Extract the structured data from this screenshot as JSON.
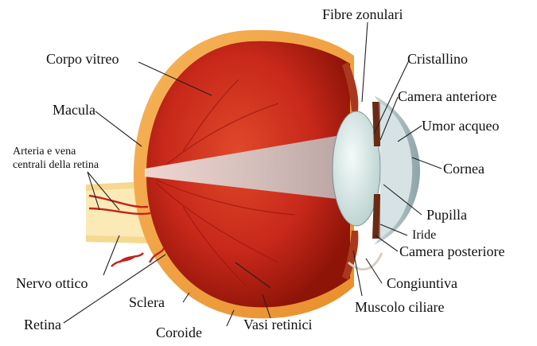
{
  "diagram": {
    "labels": {
      "fibre_zonulari": "Fibre zonulari",
      "corpo_vitreo": "Corpo vitreo",
      "cristallino": "Cristallino",
      "camera_anteriore": "Camera anteriore",
      "macula": "Macula",
      "umor_acqueo": "Umor acqueo",
      "arteria_line1": "Arteria e vena",
      "arteria_line2": "centrali della retina",
      "cornea": "Cornea",
      "pupilla": "Pupilla",
      "iride": "Iride",
      "camera_posteriore": "Camera posteriore",
      "nervo_ottico": "Nervo ottico",
      "congiuntiva": "Congiuntiva",
      "sclera": "Sclera",
      "muscolo_ciliare": "Muscolo ciliare",
      "retina": "Retina",
      "coroide": "Coroide",
      "vasi_retinici": "Vasi retinici"
    },
    "colors": {
      "sclera": "#f3a341",
      "eyeball_inner": "#c4281a",
      "eyeball_dark": "#8e1408",
      "lens": "#dfeceb",
      "cornea": "#a9bfc3",
      "nerve": "#fbe9b6",
      "vessel": "#c3231c"
    }
  }
}
